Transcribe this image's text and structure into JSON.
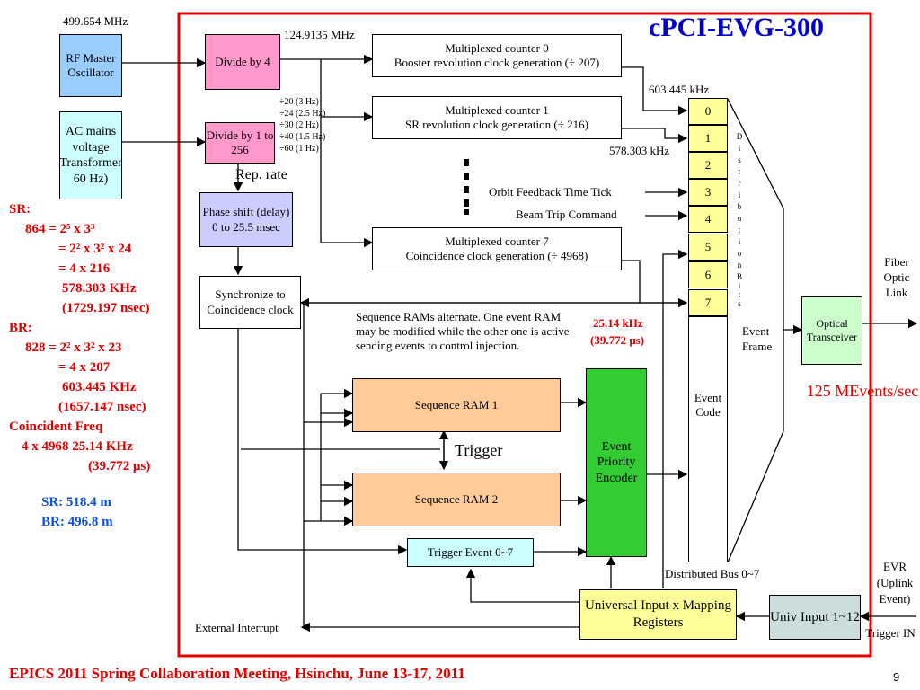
{
  "slide_title": "cPCI-EVG-300",
  "footer": "EPICS 2011 Spring Collaboration Meeting, Hsinchu, June 13-17, 2011",
  "page_number": "9",
  "freq_499": "499.654 MHz",
  "freq_124": "124.9135 MHz",
  "freq_603": "603.445 kHz",
  "freq_578": "578.303 kHz",
  "rf_osc": "RF Master Oscillator",
  "ac_mains": "AC mains voltage Transformer 60 Hz)",
  "divide4": "Divide by 4",
  "divide256": "Divide by 1 to 256",
  "rep_rate": "Rep. rate",
  "phase_shift": "Phase shift (delay) 0 to 25.5 msec",
  "sync_coinc": "Synchronize to Coincidence clock",
  "divisors": [
    "÷20 (3 Hz)",
    "÷24 (2.5 Hz)",
    "÷30 (2 Hz)",
    "÷40 (1.5 Hz)",
    "÷60 (1 Hz)"
  ],
  "counter0": {
    "title": "Multiplexed counter 0",
    "desc": "Booster revolution clock generation (÷ 207)"
  },
  "counter1": {
    "title": "Multiplexed counter 1",
    "desc": "SR revolution clock generation (÷ 216)"
  },
  "counter7": {
    "title": "Multiplexed counter 7",
    "desc": "Coincidence clock generation (÷ 4968)"
  },
  "orbit_feedback": "Orbit Feedback Time Tick",
  "beam_trip": "Beam Trip Command",
  "bus_slots": [
    "0",
    "1",
    "2",
    "3",
    "4",
    "5",
    "6",
    "7"
  ],
  "dist_bits": [
    "D",
    "i",
    "s",
    "t",
    "r",
    "i",
    "b",
    "u",
    "t",
    "i",
    "o",
    "n",
    "",
    "B",
    "i",
    "t",
    "s"
  ],
  "event_code": "Event Code",
  "distributed_bus": "Distributed Bus 0~7",
  "seq_note": "Sequence RAMs alternate. One event RAM may be modified while the other one is active sending events to control injection.",
  "coinc_freq_khz": "25.14 kHz",
  "coinc_period": "(39.772 μs)",
  "seq_ram1": "Sequence RAM 1",
  "seq_ram2": "Sequence RAM 2",
  "trigger": "Trigger",
  "priority_encoder": "Event Priority Encoder",
  "trigger_event": "Trigger Event 0~7",
  "universal_input": "Universal Input x Mapping Registers",
  "univ_input": "Univ Input 1~12",
  "external_interrupt": "External Interrupt",
  "event_frame": "Event Frame",
  "optical": "Optical Transceiver",
  "fiber": "Fiber Optic Link",
  "rate": "125 MEvents/sec",
  "evr_uplink": "EVR (Uplink Event)",
  "trigger_in": "Trigger IN",
  "sr_label": "SR:",
  "sr_lines": [
    "864  = 2⁵ x 3³",
    "= 2² x 3² x 24",
    "= 4 x 216",
    "578.303 KHz",
    "(1729.197 nsec)"
  ],
  "br_label": "BR:",
  "br_lines": [
    "828  = 2² x 3² x 23",
    "= 4 x 207",
    "603.445 KHz",
    "(1657.147 nsec)"
  ],
  "coinc_label": "Coincident Freq",
  "coinc_lines": [
    "4 x 4968   25.14 KHz",
    "(39.772 μs)"
  ],
  "sr_len": "SR: 518.4 m",
  "br_len": "BR: 496.8 m",
  "colors": {
    "frame": "#e00000",
    "rf": "#99ccff",
    "ac": "#ccffff",
    "divide": "#ff99cc",
    "phase": "#ccccff",
    "seq": "#ffcc99",
    "encoder": "#33cc33",
    "bus": "#ffff99",
    "optical": "#ccffcc",
    "trig": "#ccffff",
    "univ": "#ffff99"
  }
}
